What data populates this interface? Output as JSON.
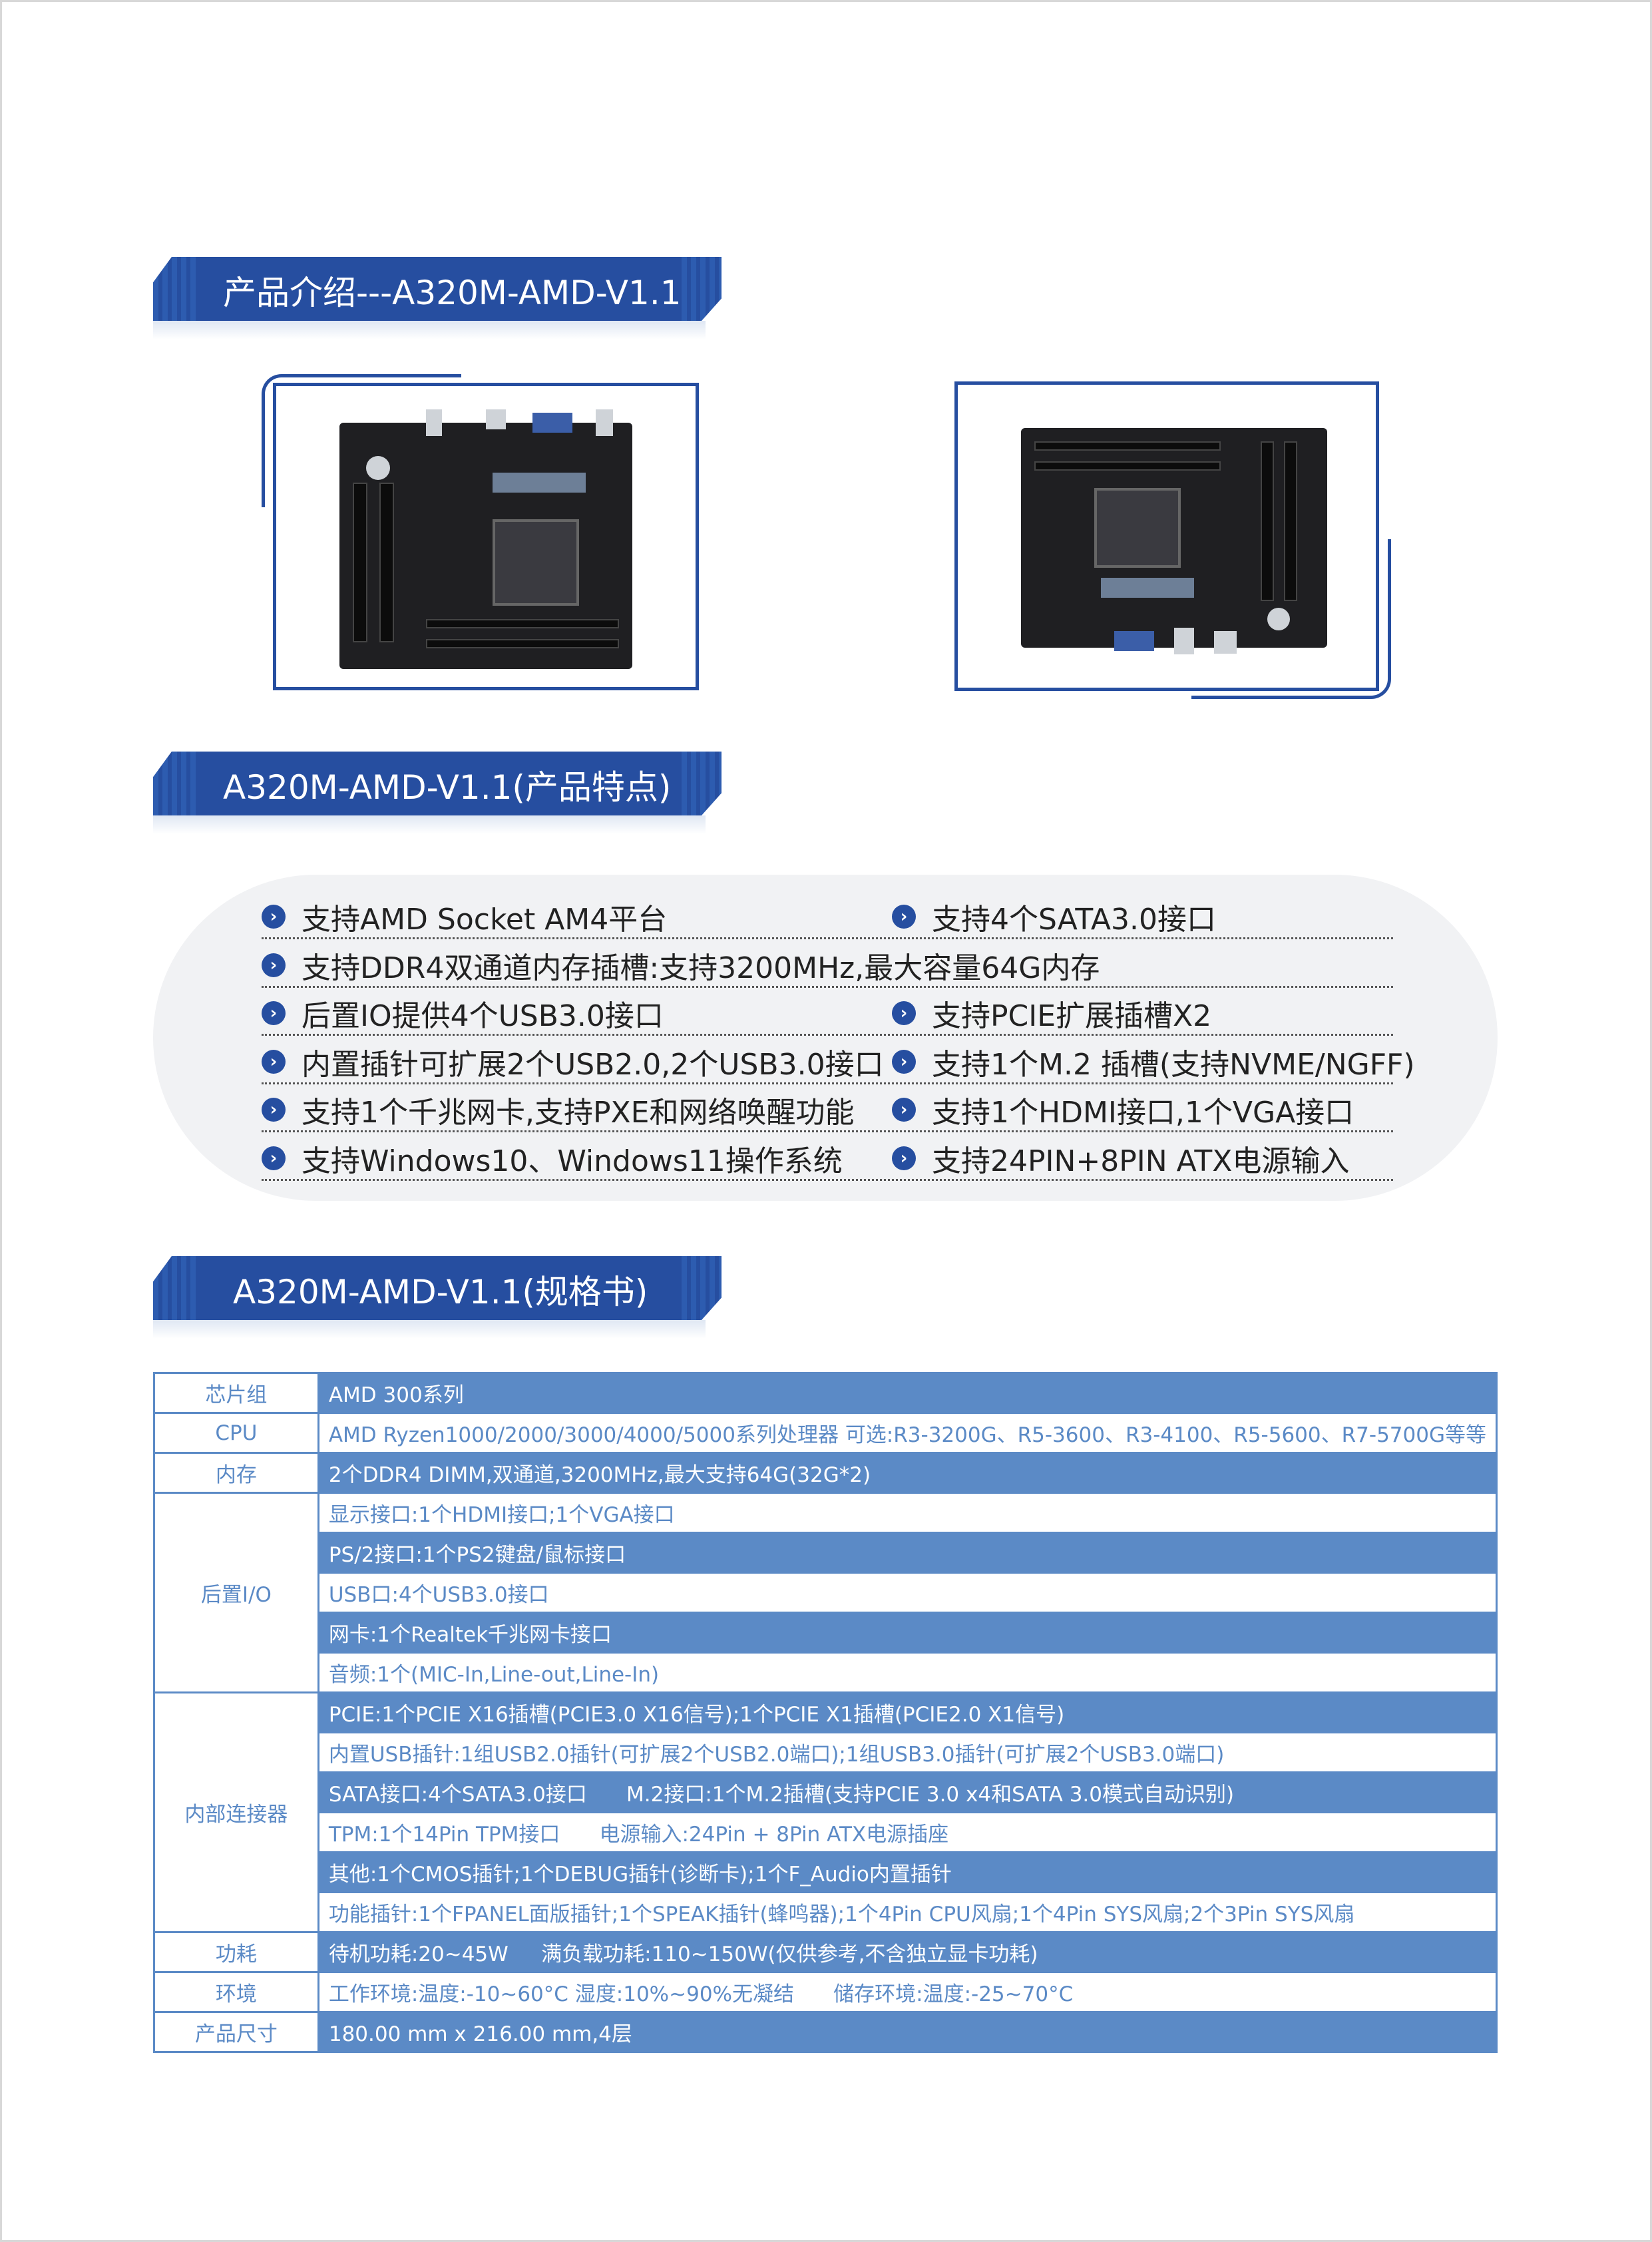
{
  "sections": {
    "intro_title": "产品介绍---A320M-AMD-V1.1",
    "features_title": "A320M-AMD-V1.1(产品特点)",
    "spec_title": "A320M-AMD-V1.1(规格书)"
  },
  "features": [
    [
      "支持AMD Socket AM4平台",
      "支持4个SATA3.0接口"
    ],
    [
      "支持DDR4双通道内存插槽:支持3200MHz,最大容量64G内存",
      ""
    ],
    [
      "后置IO提供4个USB3.0接口",
      "支持PCIE扩展插槽X2"
    ],
    [
      "内置插针可扩展2个USB2.0,2个USB3.0接口",
      "支持1个M.2 插槽(支持NVME/NGFF)"
    ],
    [
      "支持1个千兆网卡,支持PXE和网络唤醒功能",
      "支持1个HDMI接口,1个VGA接口"
    ],
    [
      "支持Windows10、Windows11操作系统",
      "支持24PIN+8PIN ATX电源输入"
    ]
  ],
  "spec": {
    "chipset": {
      "label": "芯片组",
      "value": "AMD 300系列"
    },
    "cpu": {
      "label": "CPU",
      "value": "AMD Ryzen1000/2000/3000/4000/5000系列处理器 可选:R3-3200G、R5-3600、R3-4100、R5-5600、R7-5700G等等"
    },
    "memory": {
      "label": "内存",
      "value": "2个DDR4 DIMM,双通道,3200MHz,最大支持64G(32G*2)"
    },
    "rear_io": {
      "label": "后置I/O",
      "values": [
        "显示接口:1个HDMI接口;1个VGA接口",
        "PS/2接口:1个PS2键盘/鼠标接口",
        "USB口:4个USB3.0接口",
        "网卡:1个Realtek千兆网卡接口",
        "音频:1个(MIC-In,Line-out,Line-In)"
      ]
    },
    "internal": {
      "label": "内部连接器",
      "values": [
        "PCIE:1个PCIE X16插槽(PCIE3.0 X16信号);1个PCIE X1插槽(PCIE2.0 X1信号)",
        "内置USB插针:1组USB2.0插针(可扩展2个USB2.0端口);1组USB3.0插针(可扩展2个USB3.0端口)",
        "SATA接口:4个SATA3.0接口      M.2接口:1个M.2插槽(支持PCIE 3.0 x4和SATA 3.0模式自动识别)",
        "TPM:1个14Pin TPM接口      电源输入:24Pin + 8Pin ATX电源插座",
        "其他:1个CMOS插针;1个DEBUG插针(诊断卡);1个F_Audio内置插针",
        "功能插针:1个FPANEL面版插针;1个SPEAK插针(蜂鸣器);1个4Pin CPU风扇;1个4Pin SYS风扇;2个3Pin SYS风扇"
      ]
    },
    "power": {
      "label": "功耗",
      "value": "待机功耗:20~45W     满负载功耗:110~150W(仅供参考,不含独立显卡功耗)"
    },
    "env": {
      "label": "环境",
      "value": "工作环境:温度:-10~60°C 湿度:10%~90%无凝结      储存环境:温度:-25~70°C"
    },
    "size": {
      "label": "产品尺寸",
      "value": "180.00 mm x 216.00 mm,4层"
    }
  },
  "colors": {
    "brand": "#264ea0",
    "table": "#5b8ac6"
  }
}
